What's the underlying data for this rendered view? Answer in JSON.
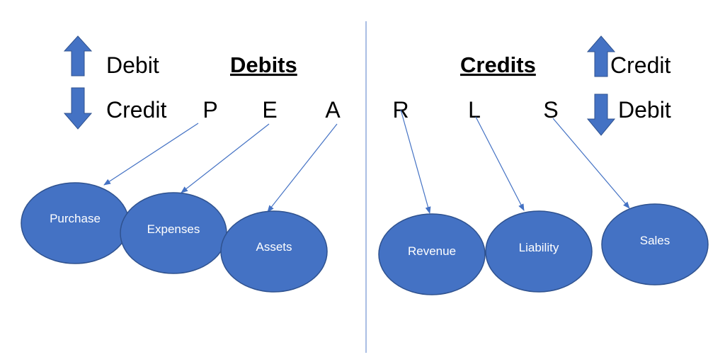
{
  "colors": {
    "node_fill": "#4472C4",
    "node_stroke": "#2F528F",
    "arrow": "#4472C4",
    "divider": "#8EA9DB"
  },
  "debits": {
    "heading": "Debits",
    "up_label": "Debit",
    "down_label": "Credit",
    "up_icon": "arrow-up-icon",
    "down_icon": "arrow-down-icon",
    "letters": [
      "P",
      "E",
      "A"
    ],
    "nodes": [
      "Purchase",
      "Expenses",
      "Assets"
    ]
  },
  "credits": {
    "heading": "Credits",
    "up_label": "Credit",
    "down_label": "Debit",
    "up_icon": "arrow-up-icon",
    "down_icon": "arrow-down-icon",
    "letters": [
      "R",
      "L",
      "S"
    ],
    "nodes": [
      "Revenue",
      "Liability",
      "Sales"
    ]
  }
}
